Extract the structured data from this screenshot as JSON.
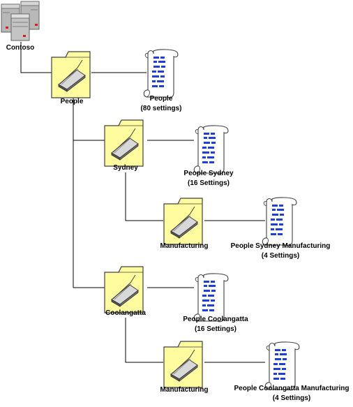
{
  "diagram": {
    "server": {
      "label": "Contoso",
      "icon": "server-icon"
    },
    "nodes": {
      "people": {
        "label": "People",
        "icon": "folder-icon"
      },
      "sydney": {
        "label": "Sydney",
        "icon": "folder-icon"
      },
      "sydney_manufacturing": {
        "label": "Manufacturing",
        "icon": "folder-icon"
      },
      "coolangatta": {
        "label": "Coolangatta",
        "icon": "folder-icon"
      },
      "coolangatta_manufacturing": {
        "label": "Manufacturing",
        "icon": "folder-icon"
      }
    },
    "documents": {
      "people": {
        "title": "People",
        "detail": "(80 settings)",
        "icon": "scroll-document-icon"
      },
      "sydney": {
        "title": "People Sydney",
        "detail": "(16 Settings)",
        "icon": "scroll-document-icon"
      },
      "sydney_manufacturing": {
        "title": "People Sydney Manufacturing",
        "detail": "(4 Settings)",
        "icon": "scroll-document-icon"
      },
      "coolangatta": {
        "title": "People Coolangatta",
        "detail": "(16 Settings)",
        "icon": "scroll-document-icon"
      },
      "coolangatta_manufacturing": {
        "title": "People Coolangatta Manufacturing",
        "detail": "(4 Settings)",
        "icon": "scroll-document-icon"
      }
    },
    "colors": {
      "folder_fill": "#fffca0",
      "folder_stroke": "#404040",
      "ink": "#1f3fd6"
    }
  }
}
